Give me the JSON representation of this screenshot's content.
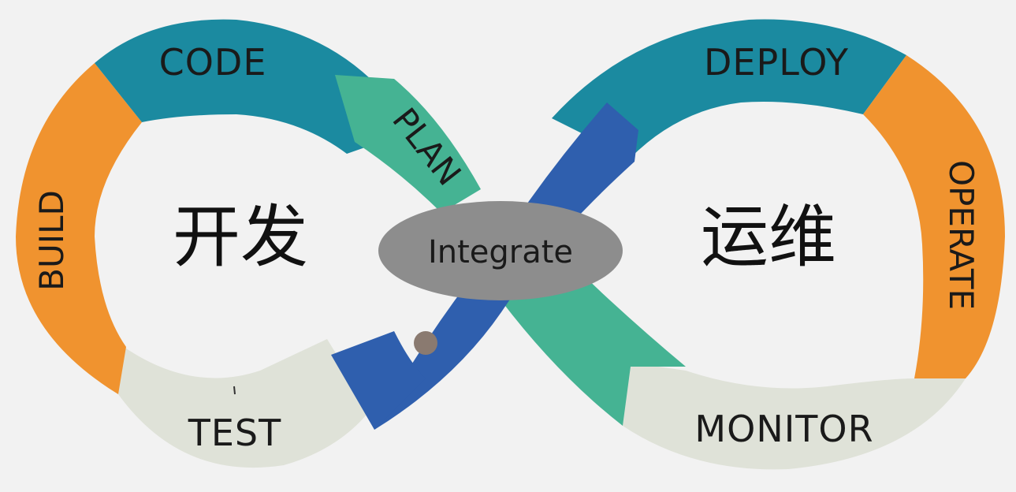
{
  "stages": {
    "code": "CODE",
    "plan": "PLAN",
    "build": "BUILD",
    "test": "TEST",
    "deploy": "DEPLOY",
    "operate": "OPERATE",
    "monitor": "MONITOR"
  },
  "zones": {
    "dev": "开发",
    "ops": "运维"
  },
  "center": {
    "label": "Integrate"
  },
  "colors": {
    "background": "#f2f2f2",
    "code_deploy": "#1b8aa0",
    "plan_monitor_diag": "#45b393",
    "cross_blue": "#2f5fae",
    "build_operate": "#f0932f",
    "test_monitor": "#dfe2d8",
    "center_ellipse": "#8d8d8d"
  }
}
